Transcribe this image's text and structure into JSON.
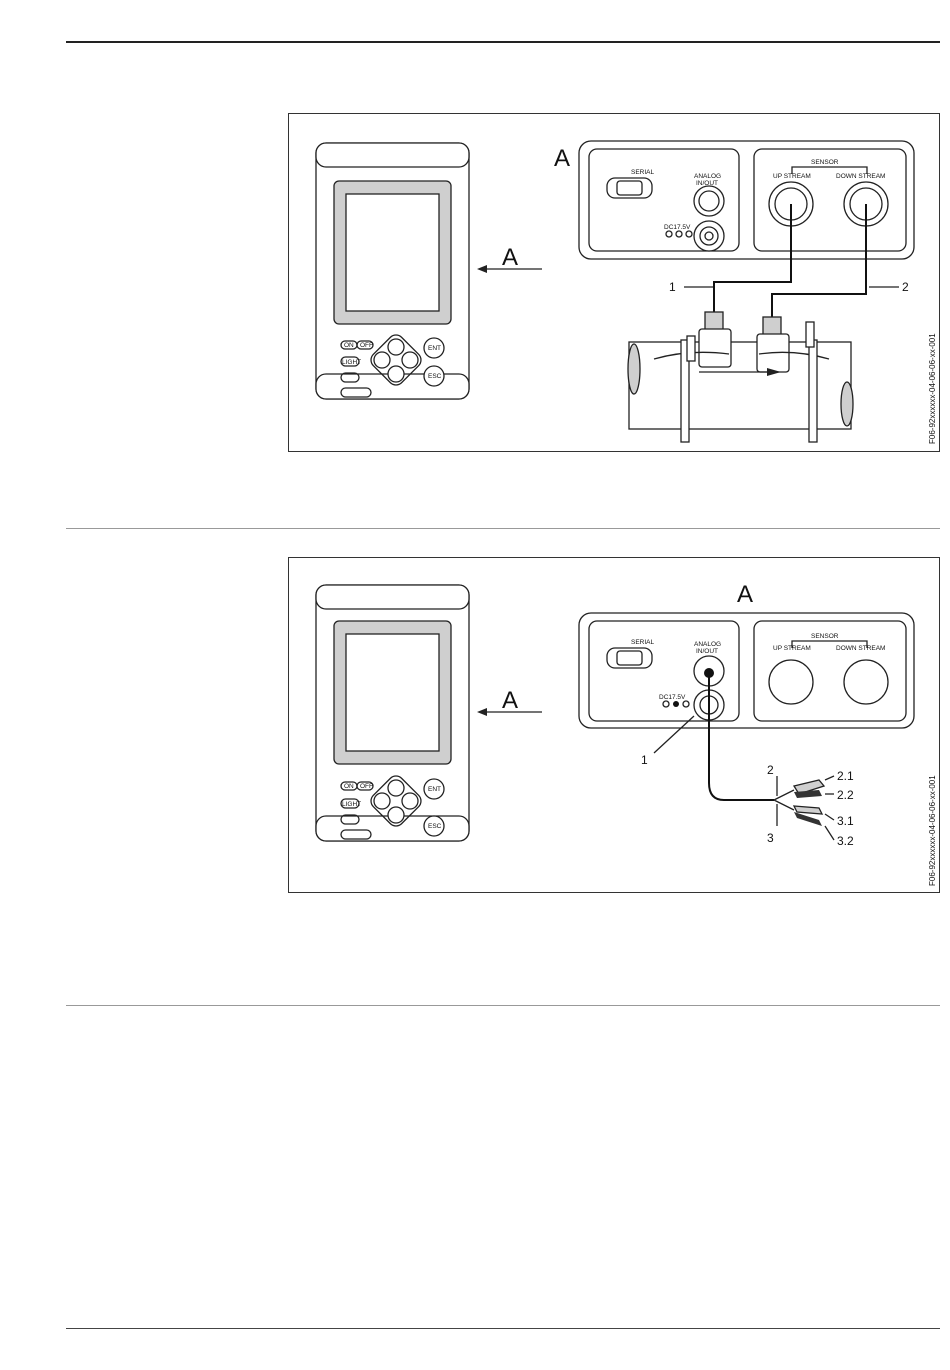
{
  "figure1": {
    "view_label": "A",
    "arrow_label": "A",
    "panel": {
      "serial": "SERIAL",
      "analog_line1": "ANALOG",
      "analog_line2": "IN/OUT",
      "dc": "DC17.5V",
      "sensor": "SENSOR",
      "upstream": "UP  STREAM",
      "downstream": "DOWN  STREAM"
    },
    "callouts": [
      "1",
      "2"
    ],
    "device_keys": {
      "on": "ON",
      "off": "OFF",
      "light": "LIGHT",
      "ent": "ENT",
      "esc": "ESC"
    },
    "code": "F06-92xxxxxx-04-06-06-xx-001"
  },
  "figure2": {
    "view_label": "A",
    "arrow_label": "A",
    "panel": {
      "serial": "SERIAL",
      "analog_line1": "ANALOG",
      "analog_line2": "IN/OUT",
      "dc": "DC17.5V",
      "sensor": "SENSOR",
      "upstream": "UP  STREAM",
      "downstream": "DOWN  STREAM"
    },
    "callouts": [
      "1",
      "2",
      "2.1",
      "2.2",
      "3",
      "3.1",
      "3.2"
    ],
    "device_keys": {
      "on": "ON",
      "off": "OFF",
      "light": "LIGHT",
      "ent": "ENT",
      "esc": "ESC"
    },
    "code": "F06-92xxxxxx-04-06-06-xx-001"
  }
}
